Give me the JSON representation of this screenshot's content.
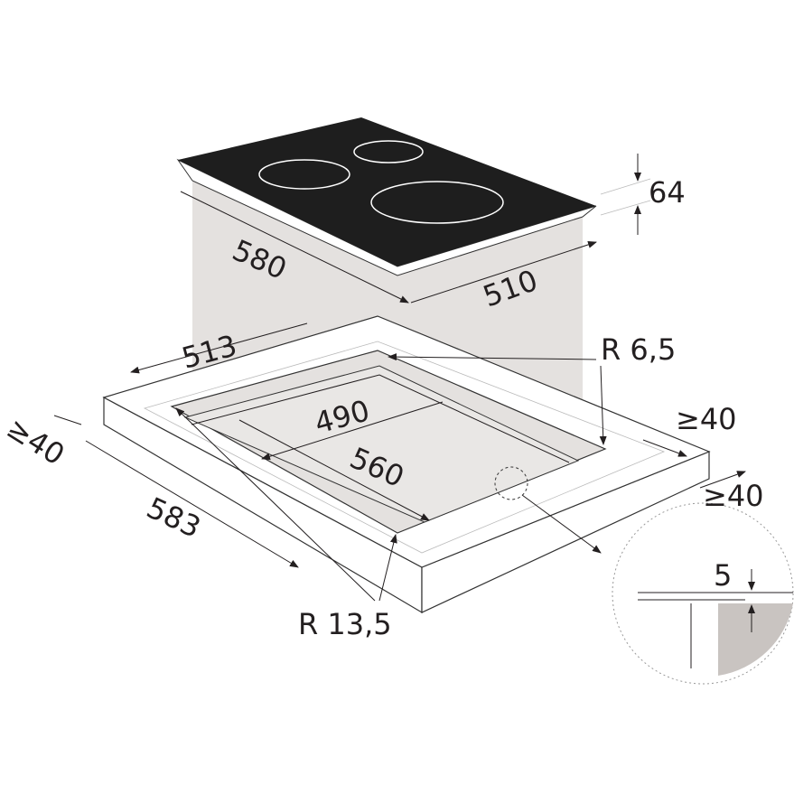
{
  "labels": {
    "hob_height": "64",
    "hob_depth": "580",
    "hob_width": "510",
    "cutout_outer_width": "513",
    "inner_radius": "R 6,5",
    "cutout_depth": "490",
    "min_clearance_back": "≥40",
    "cutout_width": "560",
    "min_clearance_left": "≥40",
    "outer_length": "583",
    "min_clearance_right": "≥40",
    "outer_radius": "R 13,5",
    "detail_step": "5"
  },
  "colors": {
    "glass": "#1e1e1e",
    "shadow": "#e4e1df",
    "detail_fill": "#c9c4c1",
    "line": "#231f20"
  }
}
